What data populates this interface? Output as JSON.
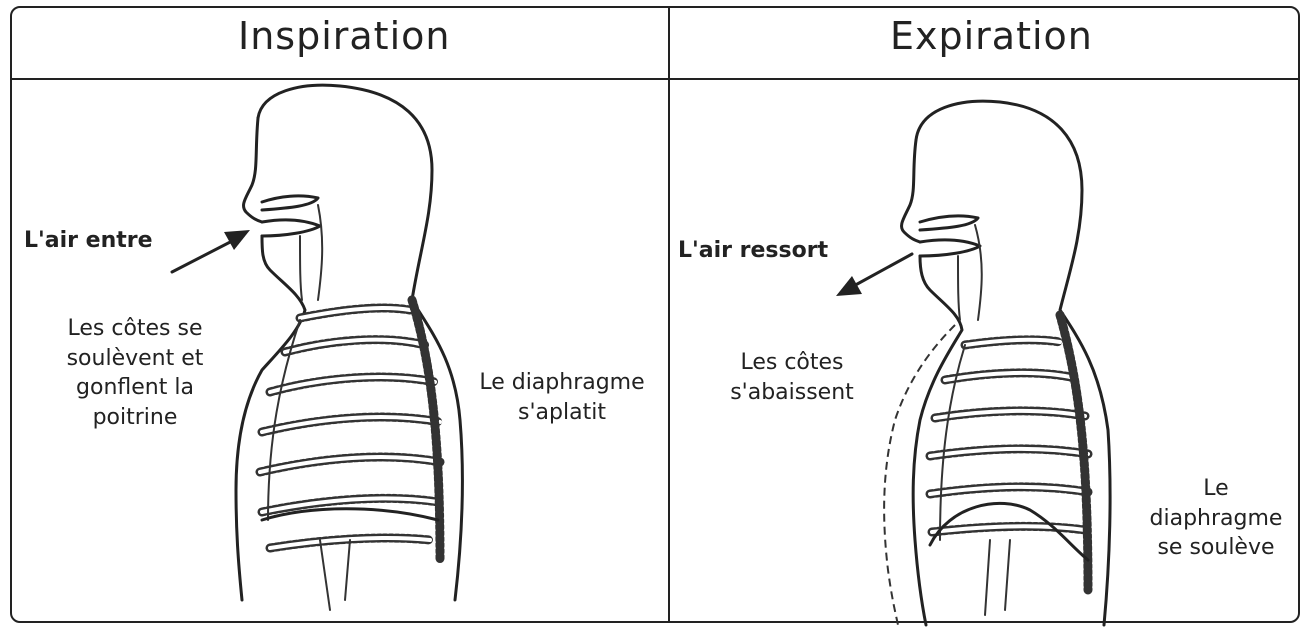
{
  "panels": [
    {
      "title": "Inspiration",
      "air_label": "L'air entre",
      "ribs_label": "Les côtes se soulèvent et gonflent la poitrine",
      "ribs_lines": [
        "Les côtes se",
        "soulèvent et",
        "gonflent la",
        "poitrine"
      ],
      "diaphragm_lines": [
        "Le diaphragme",
        "s'aplatit"
      ]
    },
    {
      "title": "Expiration",
      "air_label": "L'air ressort",
      "ribs_lines": [
        "Les côtes",
        "s'abaissent"
      ],
      "diaphragm_lines": [
        "Le",
        "diaphragme",
        "se soulève"
      ]
    }
  ],
  "colors": {
    "ink": "#222222",
    "background": "#ffffff"
  },
  "icons": [
    "arrow-in-icon",
    "arrow-out-icon"
  ]
}
